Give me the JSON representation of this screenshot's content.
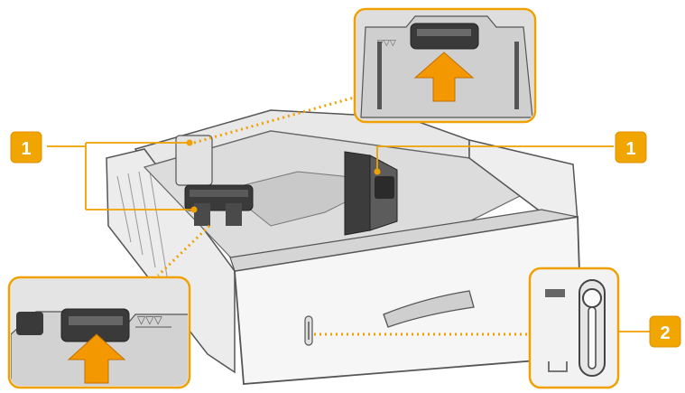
{
  "callouts": [
    {
      "label": "1"
    },
    {
      "label": "1"
    },
    {
      "label": "2"
    }
  ],
  "paper_limit_mark": "▽▽▽",
  "colors": {
    "callout_fill": "#f0a500",
    "callout_border": "#e09000",
    "arrow_fill": "#f39800",
    "dotted_leader": "#f0a000",
    "outline": "#555555",
    "tray_body": "#f4f4f4",
    "tray_shadow": "#d8d8d8",
    "inset_bg": "#e6e6e6"
  }
}
